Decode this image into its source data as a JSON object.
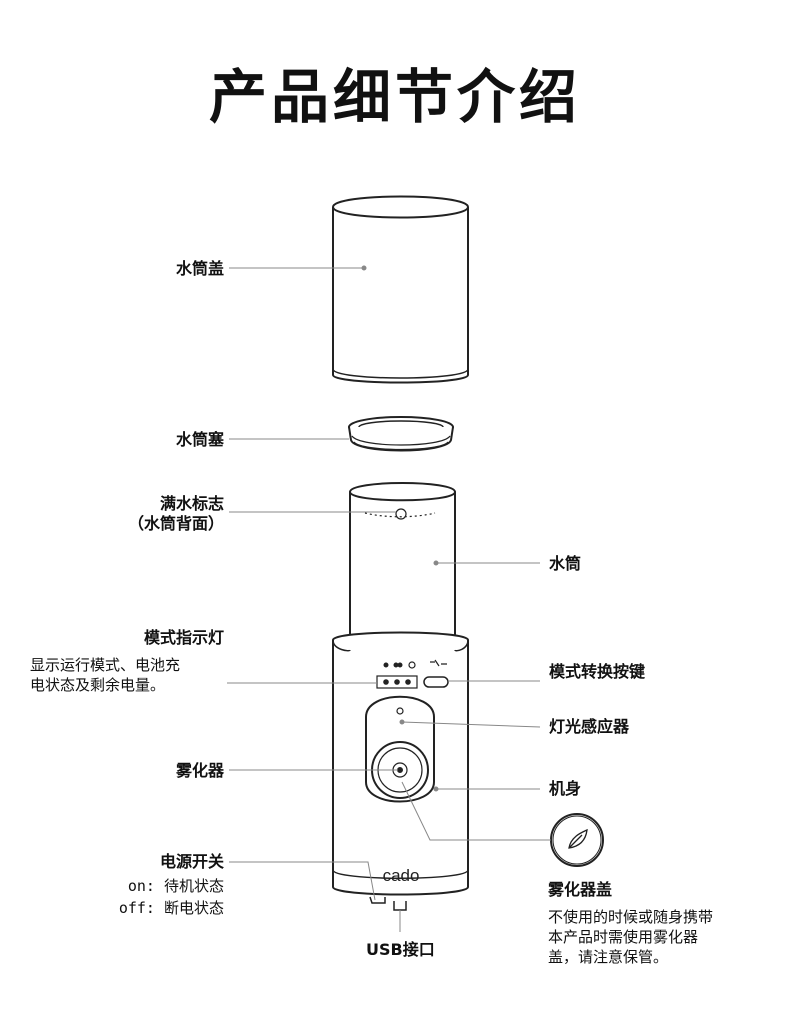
{
  "title": "产品细节介绍",
  "brand": "cado",
  "labels": {
    "water_cover": "水筒盖",
    "water_plug": "水筒塞",
    "full_mark_l1": "满水标志",
    "full_mark_l2": "（水筒背面）",
    "water_tank": "水筒",
    "mode_indicator": "模式指示灯",
    "mode_indicator_desc_l1": "显示运行模式、电池充",
    "mode_indicator_desc_l2": "电状态及剩余电量。",
    "mode_switch": "模式转换按键",
    "light_sensor": "灯光感应器",
    "atomizer": "雾化器",
    "body": "机身",
    "power_switch": "电源开关",
    "power_on": "on: 待机状态",
    "power_off": "off: 断电状态",
    "usb": "USB接口",
    "atomizer_cover": "雾化器盖",
    "atomizer_cover_desc_l1": "不使用的时候或随身携带",
    "atomizer_cover_desc_l2": "本产品时需使用雾化器",
    "atomizer_cover_desc_l3": "盖，请注意保管。"
  },
  "icons": {
    "leaf": "leaf-icon",
    "power": "power-icon",
    "droplet": "droplet-icon"
  },
  "colors": {
    "stroke": "#222222",
    "leader": "#888888"
  }
}
